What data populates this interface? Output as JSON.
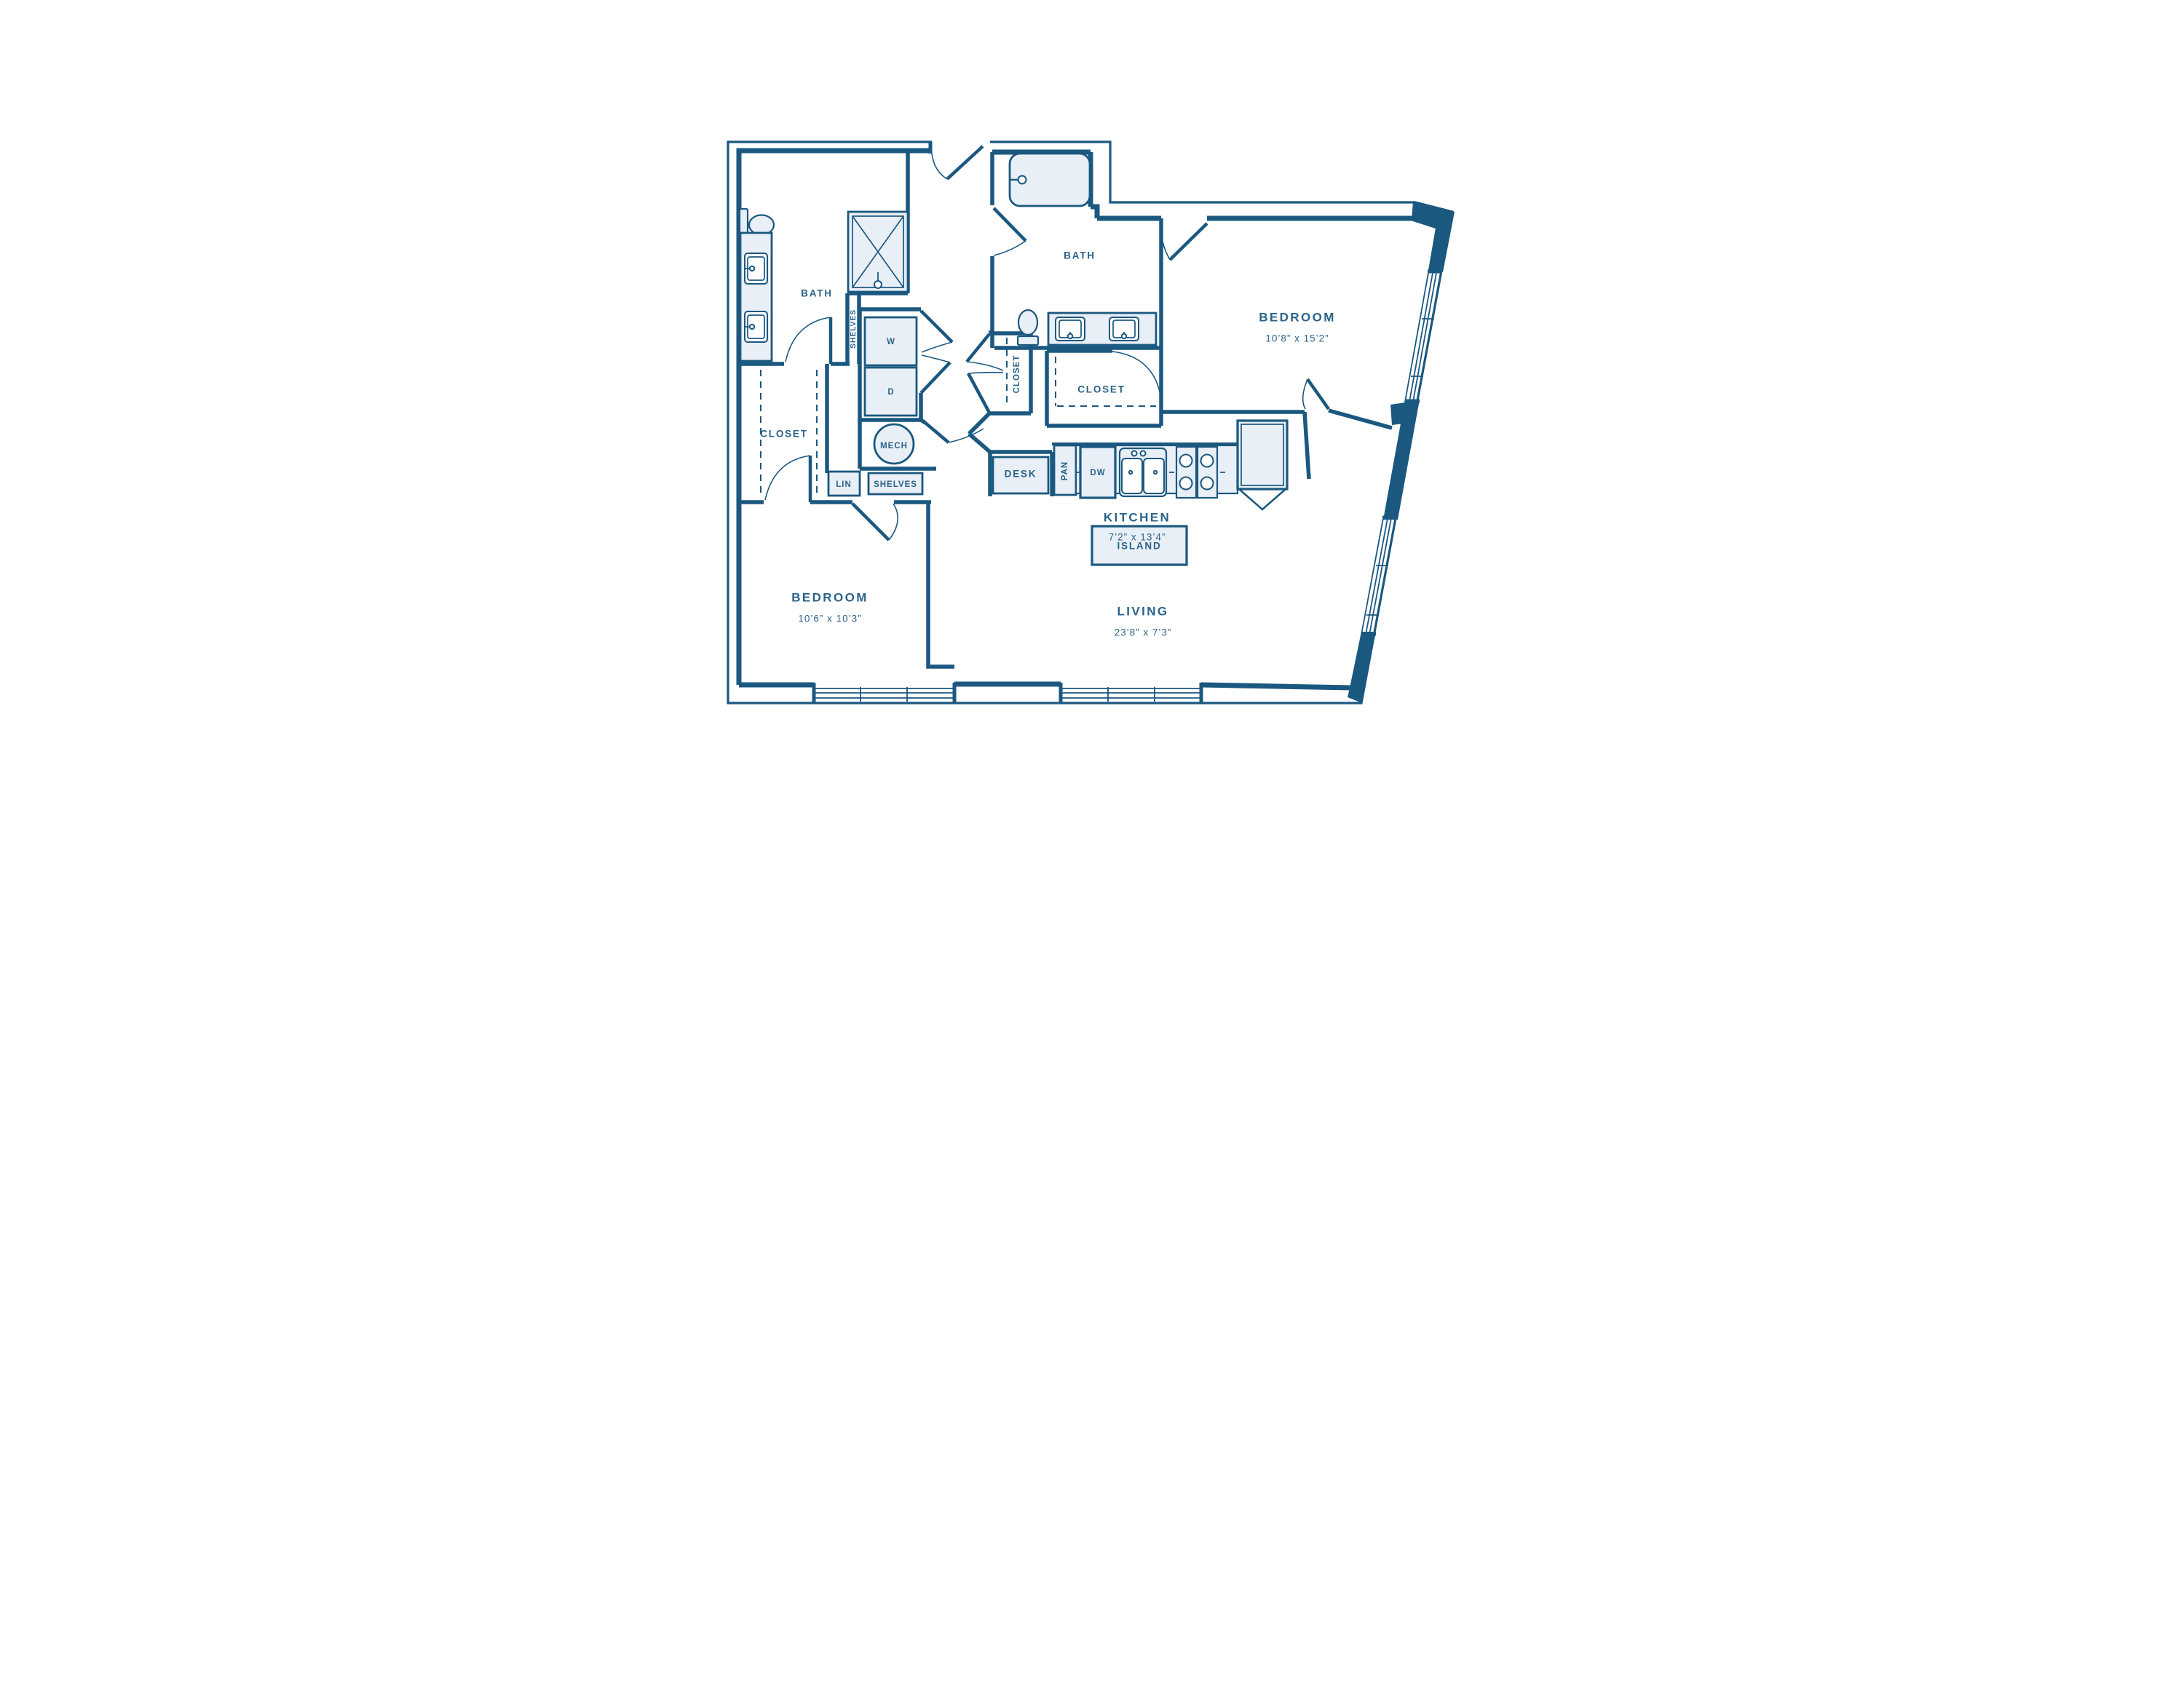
{
  "title": "Two bedroom apartment floor plan",
  "colors": {
    "wall": "#1b5880",
    "fixture_fill": "#e9eff6",
    "text": "#2a6389",
    "background": "#ffffff"
  },
  "rooms": {
    "bath_left": {
      "label": "BATH"
    },
    "bath_main": {
      "label": "BATH"
    },
    "bedroom_main": {
      "label": "BEDROOM",
      "dims": "10’8” x 15’2”"
    },
    "bedroom_second": {
      "label": "BEDROOM",
      "dims": "10’6” x 10’3”"
    },
    "kitchen": {
      "label": "KITCHEN",
      "dims": "7’2” x 13’4”"
    },
    "living": {
      "label": "LIVING",
      "dims": "23’8” x 7’3”"
    },
    "closet_hall": {
      "label": "CLOSET"
    },
    "closet_main": {
      "label": "CLOSET"
    },
    "closet_second": {
      "label": "CLOSET"
    }
  },
  "features": {
    "island": "ISLAND",
    "desk": "DESK",
    "pantry": "PAN",
    "dishwasher": "DW",
    "mechanical": "MECH",
    "linen": "LIN",
    "shelves_niche": "SHELVES",
    "shelves_hall": "SHELVES",
    "washer": "W",
    "dryer": "D"
  }
}
